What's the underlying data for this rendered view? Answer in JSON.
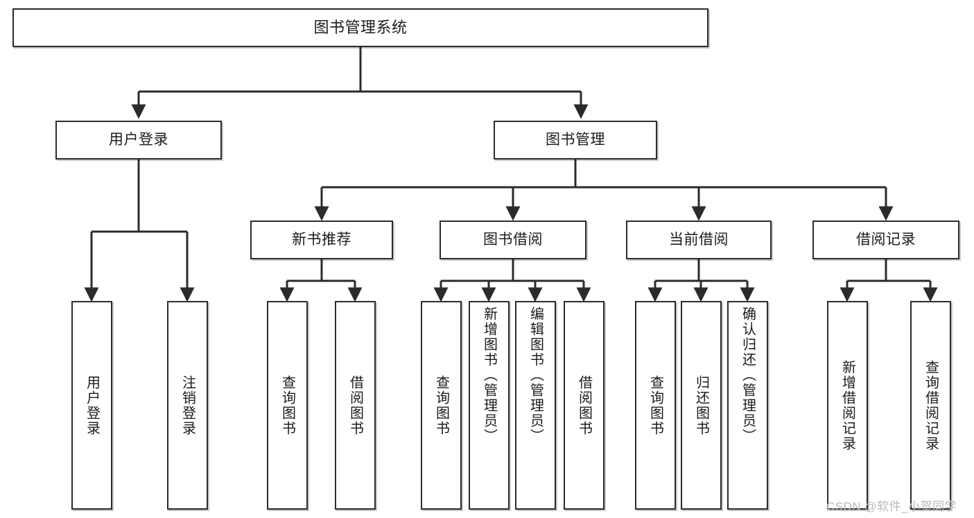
{
  "diagram": {
    "type": "tree",
    "title": "图书管理系统",
    "watermark": "CSDN @软件_小贺同学",
    "colors": {
      "stroke": "#2b2b2b",
      "fill": "#ffffff",
      "text": "#1b1b1b",
      "watermark": "#b9b9b9"
    },
    "nodes": {
      "root": {
        "label": "图书管理系统"
      },
      "level2": [
        {
          "id": "user-login",
          "label": "用户登录"
        },
        {
          "id": "book-manage",
          "label": "图书管理"
        }
      ],
      "level3": [
        {
          "id": "new-book-rec",
          "label": "新书推荐"
        },
        {
          "id": "book-borrow",
          "label": "图书借阅"
        },
        {
          "id": "current-borrow",
          "label": "当前借阅"
        },
        {
          "id": "borrow-record",
          "label": "借阅记录"
        }
      ],
      "leaves": {
        "user_login": [
          {
            "id": "leaf-user-login",
            "label": "用户登录"
          },
          {
            "id": "leaf-logout",
            "label": "注销登录"
          }
        ],
        "new_book_rec": [
          {
            "id": "leaf-query-book-1",
            "label": "查询图书"
          },
          {
            "id": "leaf-borrow-book-1",
            "label": "借阅图书"
          }
        ],
        "book_borrow": [
          {
            "id": "leaf-query-book-2",
            "label": "查询图书"
          },
          {
            "id": "leaf-add-book",
            "label": "新增图书（管理员）"
          },
          {
            "id": "leaf-edit-book",
            "label": "编辑图书（管理员）"
          },
          {
            "id": "leaf-borrow-book-2",
            "label": "借阅图书"
          }
        ],
        "current_borrow": [
          {
            "id": "leaf-query-book-3",
            "label": "查询图书"
          },
          {
            "id": "leaf-return-book",
            "label": "归还图书"
          },
          {
            "id": "leaf-confirm-return",
            "label": "确认归还（管理员）"
          }
        ],
        "borrow_record": [
          {
            "id": "leaf-add-record",
            "label": "新增借阅记录"
          },
          {
            "id": "leaf-query-record",
            "label": "查询借阅记录"
          }
        ]
      }
    }
  }
}
